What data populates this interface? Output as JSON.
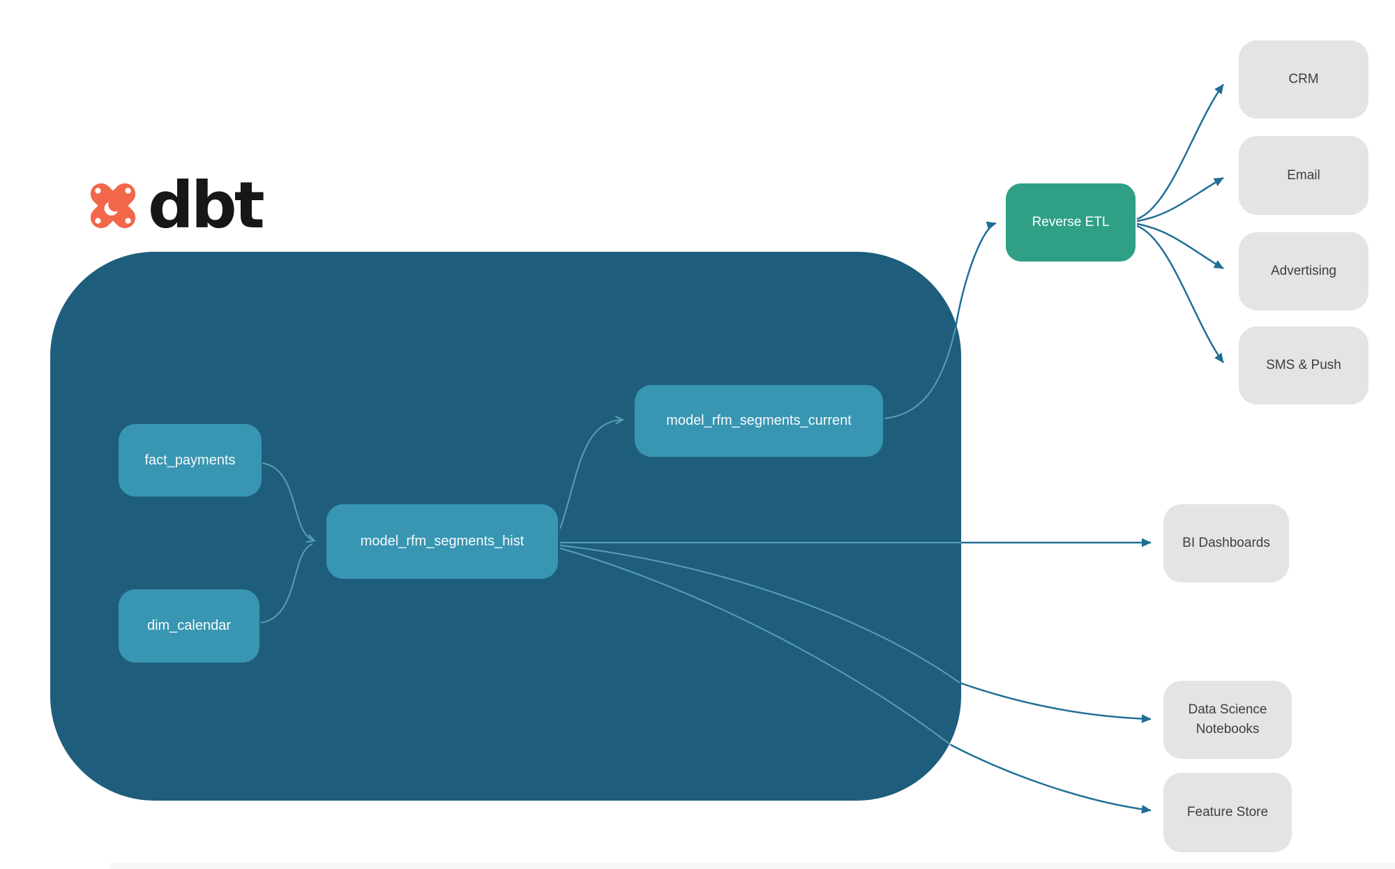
{
  "logo": {
    "brand": "dbt"
  },
  "pipeline": {
    "warehouse_nodes": [
      {
        "id": "fact_payments",
        "label": "fact_payments"
      },
      {
        "id": "dim_calendar",
        "label": "dim_calendar"
      },
      {
        "id": "model_rfm_segments_hist",
        "label": "model_rfm_segments_hist"
      },
      {
        "id": "model_rfm_segments_current",
        "label": "model_rfm_segments_current"
      }
    ],
    "etl_node": {
      "id": "reverse_etl",
      "label": "Reverse ETL"
    },
    "destination_nodes": [
      {
        "id": "crm",
        "label": "CRM"
      },
      {
        "id": "email",
        "label": "Email"
      },
      {
        "id": "advertising",
        "label": "Advertising"
      },
      {
        "id": "sms_push",
        "label": "SMS & Push"
      },
      {
        "id": "bi_dashboards",
        "label": "BI Dashboards"
      },
      {
        "id": "data_science_notebooks",
        "label": "Data Science Notebooks"
      },
      {
        "id": "feature_store",
        "label": "Feature Store"
      }
    ],
    "edges": [
      {
        "from": "fact_payments",
        "to": "model_rfm_segments_hist"
      },
      {
        "from": "dim_calendar",
        "to": "model_rfm_segments_hist"
      },
      {
        "from": "model_rfm_segments_hist",
        "to": "model_rfm_segments_current"
      },
      {
        "from": "model_rfm_segments_current",
        "to": "reverse_etl"
      },
      {
        "from": "reverse_etl",
        "to": "crm"
      },
      {
        "from": "reverse_etl",
        "to": "email"
      },
      {
        "from": "reverse_etl",
        "to": "advertising"
      },
      {
        "from": "reverse_etl",
        "to": "sms_push"
      },
      {
        "from": "model_rfm_segments_hist",
        "to": "bi_dashboards"
      },
      {
        "from": "model_rfm_segments_hist",
        "to": "data_science_notebooks"
      },
      {
        "from": "model_rfm_segments_hist",
        "to": "feature_store"
      }
    ]
  },
  "colors": {
    "container_bg": "#1E5E7C",
    "model_node_bg": "#3896B2",
    "etl_node_bg": "#2FA085",
    "destination_node_bg": "#E4E4E4",
    "edge_inside": "#5A9DB4",
    "edge_outside": "#1F6E96",
    "logo_orange": "#F26749",
    "logo_text": "#171717"
  }
}
